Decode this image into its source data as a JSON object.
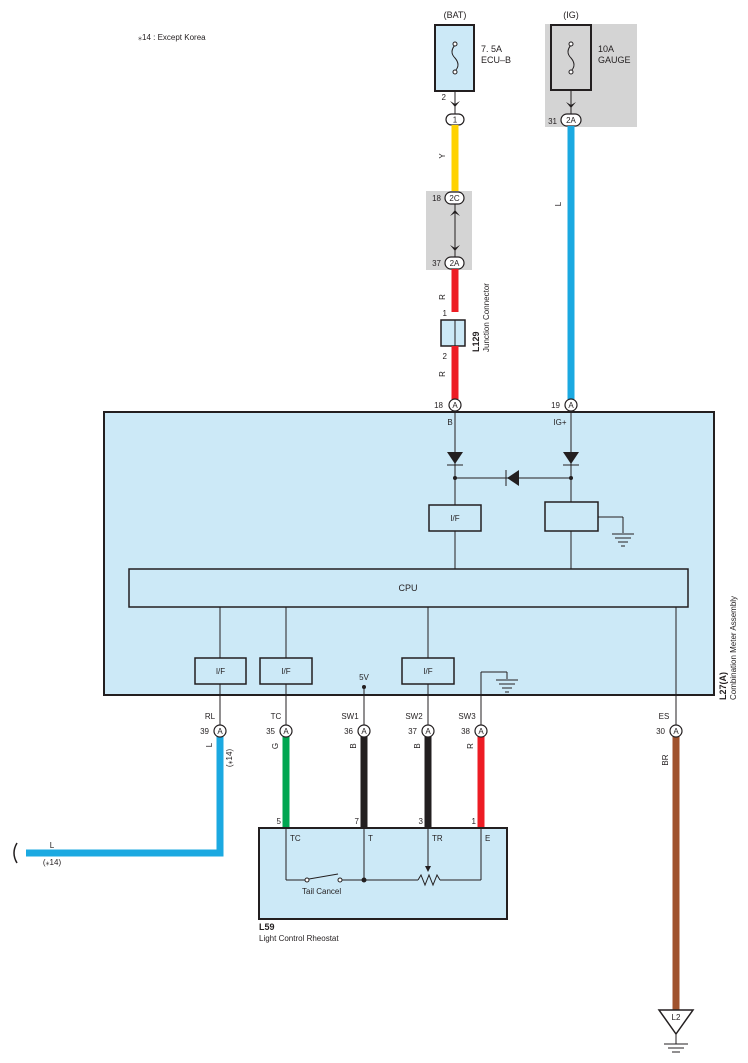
{
  "note": "⁎14 : Except Korea",
  "power": {
    "bat": {
      "source": "(BAT)",
      "fuse_rating": "7. 5A",
      "fuse_name": "ECU–B"
    },
    "ig": {
      "source": "(IG)",
      "fuse_rating": "10A",
      "fuse_name": "GAUGE"
    }
  },
  "connectors": {
    "bat_fuse_out": {
      "pin": "2",
      "label": "1"
    },
    "j2c": {
      "pin": "18",
      "label": "2C"
    },
    "j2a_bat": {
      "pin": "37",
      "label": "2A"
    },
    "ig_fuse_out": {
      "pin": "31",
      "label": "2A"
    },
    "junction": {
      "id": "L129",
      "name": "Junction Connector",
      "pin_in": "1",
      "pin_out": "2"
    }
  },
  "wire_colors": {
    "bat_upper": "Y",
    "bat_mid": "R",
    "bat_lower": "R",
    "ig": "L",
    "rl": "L",
    "rl_note": "(⁎14)",
    "tc": "G",
    "sw1": "B",
    "sw2": "B",
    "sw3": "R",
    "es": "BR",
    "left_end": "L",
    "left_note": "(⁎14)"
  },
  "meter": {
    "id": "L27(A)",
    "name": "Combination Meter Assembly",
    "cpu": "CPU",
    "if_label": "I/F",
    "supply": "5V",
    "top_pins": [
      {
        "pin": "18",
        "conn": "A",
        "name": "B"
      },
      {
        "pin": "19",
        "conn": "A",
        "name": "IG+"
      }
    ],
    "bottom_pins": [
      {
        "pin": "39",
        "conn": "A",
        "name": "RL"
      },
      {
        "pin": "35",
        "conn": "A",
        "name": "TC"
      },
      {
        "pin": "36",
        "conn": "A",
        "name": "SW1"
      },
      {
        "pin": "37",
        "conn": "A",
        "name": "SW2"
      },
      {
        "pin": "38",
        "conn": "A",
        "name": "SW3"
      },
      {
        "pin": "30",
        "conn": "A",
        "name": "ES"
      }
    ]
  },
  "rheostat": {
    "id": "L59",
    "name": "Light Control Rheostat",
    "switch": "Tail Cancel",
    "pins": [
      {
        "num": "5",
        "name": "TC"
      },
      {
        "num": "7",
        "name": "T"
      },
      {
        "num": "3",
        "name": "TR"
      },
      {
        "num": "1",
        "name": "E"
      }
    ]
  },
  "ground": {
    "label": "L2"
  },
  "colors": {
    "yellow": "#ffd200",
    "red": "#ed1c24",
    "blue": "#1ba9e1",
    "green": "#00a651",
    "black": "#231f20",
    "brown": "#a0522d",
    "box_fill": "#cce9f7",
    "gray": "#d4d4d4"
  }
}
